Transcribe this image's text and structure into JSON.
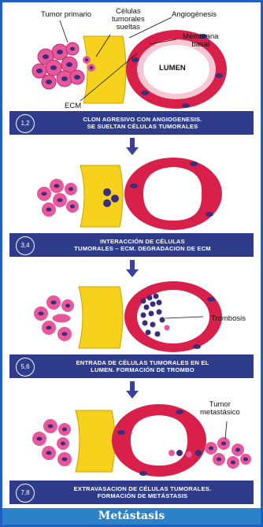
{
  "labels": {
    "primary_tumor": "Tumor primario",
    "loose_cells": "Células\ntumorales\nsueltas",
    "angiogenesis": "Angiogénesis",
    "basal_membrane": "Membrana\nbasal",
    "lumen": "LUMEN",
    "ecm": "ECM",
    "thrombosis": "Trombosis",
    "metastatic_tumor": "Tumor\nmetastásico"
  },
  "steps": [
    {
      "number": "1,2",
      "text": "CLON AGRESIVO CON ANGIOGENESIS.\nSE SUELTAN CÉLULAS TUMORALES"
    },
    {
      "number": "3,4",
      "text": "INTERACCIÓN DE CÉLULAS\nTUMORALES – ECM. DEGRADACION DE ECM"
    },
    {
      "number": "5,6",
      "text": "ENTRADA DE CÉLULAS TUMORALES EN EL\nLUMEN. FORMACIÓN DE TROMBO"
    },
    {
      "number": "7,8",
      "text": "EXTRAVASACION DE CÉLULAS TUMORALES.\nFORMACIÓN DE METÁSTASIS"
    }
  ],
  "footer": "Metástasis",
  "colors": {
    "frame": "#1f5fbf",
    "caption_bg": "#2f3c8c",
    "footer_bg": "#2c82c9",
    "arrow": "#3b3f9e",
    "ecm_yellow": "#f6d21c",
    "vessel_red": "#d9204a",
    "cell_pink": "#e8579a",
    "nucleus": "#3a2d7a"
  }
}
